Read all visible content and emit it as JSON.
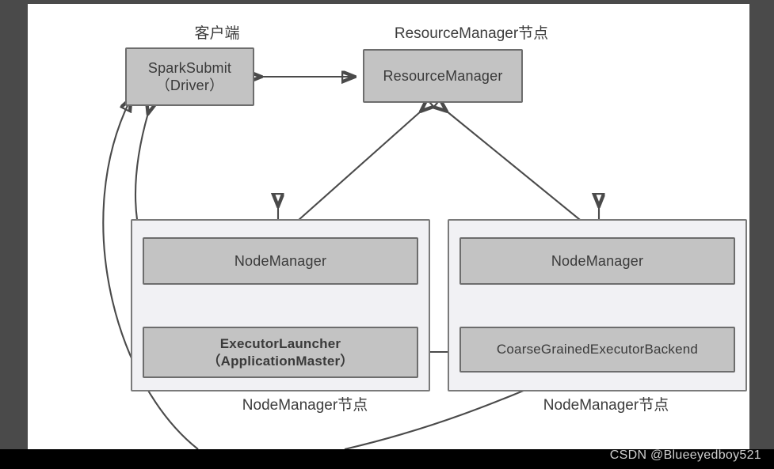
{
  "diagram": {
    "title_client": "客户端",
    "title_rm_node": "ResourceManager节点",
    "caption_left_node": "NodeManager节点",
    "caption_right_node": "NodeManager节点",
    "nodes": {
      "spark_submit_line1": "SparkSubmit",
      "spark_submit_line2": "（Driver）",
      "resource_manager": "ResourceManager",
      "node_manager_left": "NodeManager",
      "node_manager_right": "NodeManager",
      "executor_launcher_line1": "ExecutorLauncher",
      "executor_launcher_line2": "（ApplicationMaster）",
      "coarse_grained_backend": "CoarseGrainedExecutorBackend"
    },
    "colors": {
      "node_fill": "#c3c3c3",
      "node_border": "#6d6d6d",
      "group_fill": "#f1f1f4",
      "group_border": "#7a7a7a",
      "edge": "#4a4a4a",
      "canvas": "#ffffff",
      "frame": "#4a4a4a",
      "bottom_bar": "#000000",
      "watermark_text": "#cfcfcf"
    }
  },
  "watermark": {
    "text": "CSDN @Blueeyedboy521"
  }
}
